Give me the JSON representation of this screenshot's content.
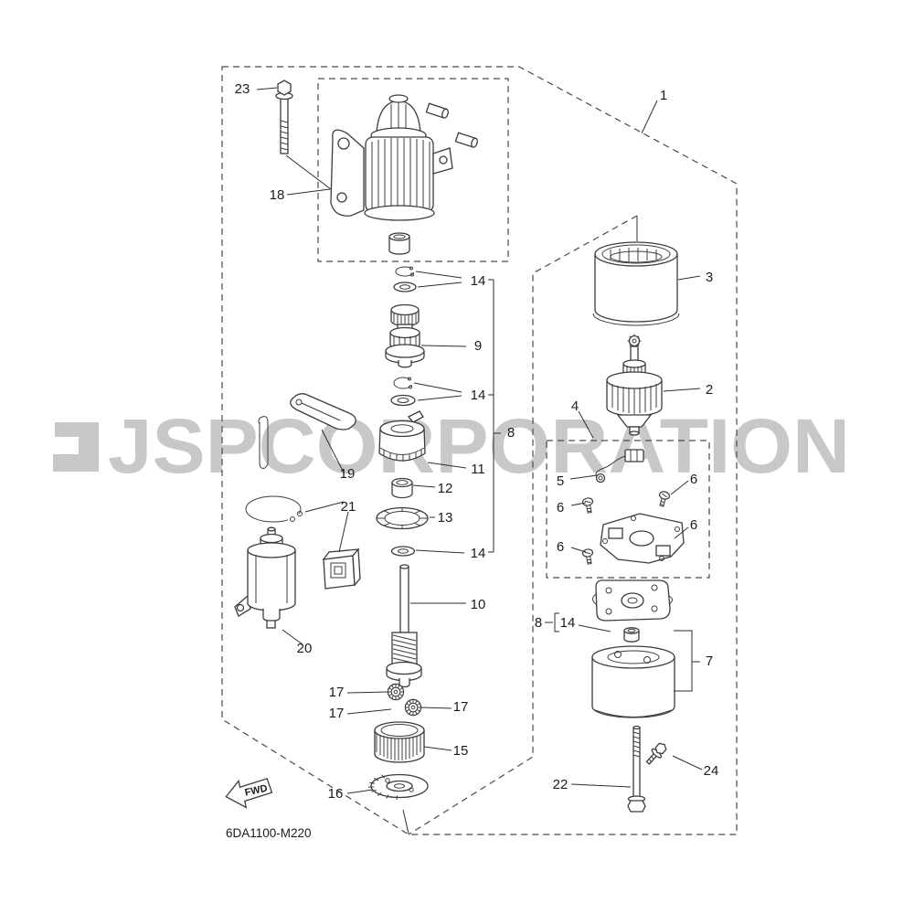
{
  "watermark": {
    "text": "JSPCORPORATION"
  },
  "fwd_label": "FWD",
  "diagram_code": "6DA1100-M220",
  "callouts": [
    {
      "n": "23"
    },
    {
      "n": "18"
    },
    {
      "n": "1"
    },
    {
      "n": "14"
    },
    {
      "n": "9"
    },
    {
      "n": "14"
    },
    {
      "n": "3"
    },
    {
      "n": "2"
    },
    {
      "n": "8"
    },
    {
      "n": "11"
    },
    {
      "n": "4"
    },
    {
      "n": "12"
    },
    {
      "n": "5"
    },
    {
      "n": "6"
    },
    {
      "n": "6"
    },
    {
      "n": "13"
    },
    {
      "n": "21"
    },
    {
      "n": "6"
    },
    {
      "n": "6"
    },
    {
      "n": "19"
    },
    {
      "n": "14"
    },
    {
      "n": "10"
    },
    {
      "n": "8"
    },
    {
      "n": "14"
    },
    {
      "n": "20"
    },
    {
      "n": "7"
    },
    {
      "n": "17"
    },
    {
      "n": "17"
    },
    {
      "n": "17"
    },
    {
      "n": "15"
    },
    {
      "n": "16"
    },
    {
      "n": "22"
    },
    {
      "n": "24"
    }
  ]
}
